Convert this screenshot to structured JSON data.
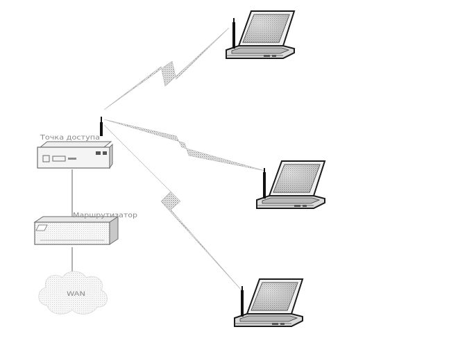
{
  "labels": {
    "access_point": "Точка доступа",
    "router": "Маршрутизатор",
    "wan": "WAN"
  },
  "icons": {
    "access_point": "access-point-icon",
    "router": "router-icon",
    "wan": "cloud-icon",
    "laptop": "laptop-icon",
    "wireless": "lightning-bolt-icon"
  },
  "colors": {
    "stroke": "#1a1a1a",
    "screen": "#9a9a9a",
    "body": "#d2d2d2",
    "bolt": "#a8a8a8",
    "cloud": "#e2e2e2",
    "label": "#8a8a8a"
  }
}
